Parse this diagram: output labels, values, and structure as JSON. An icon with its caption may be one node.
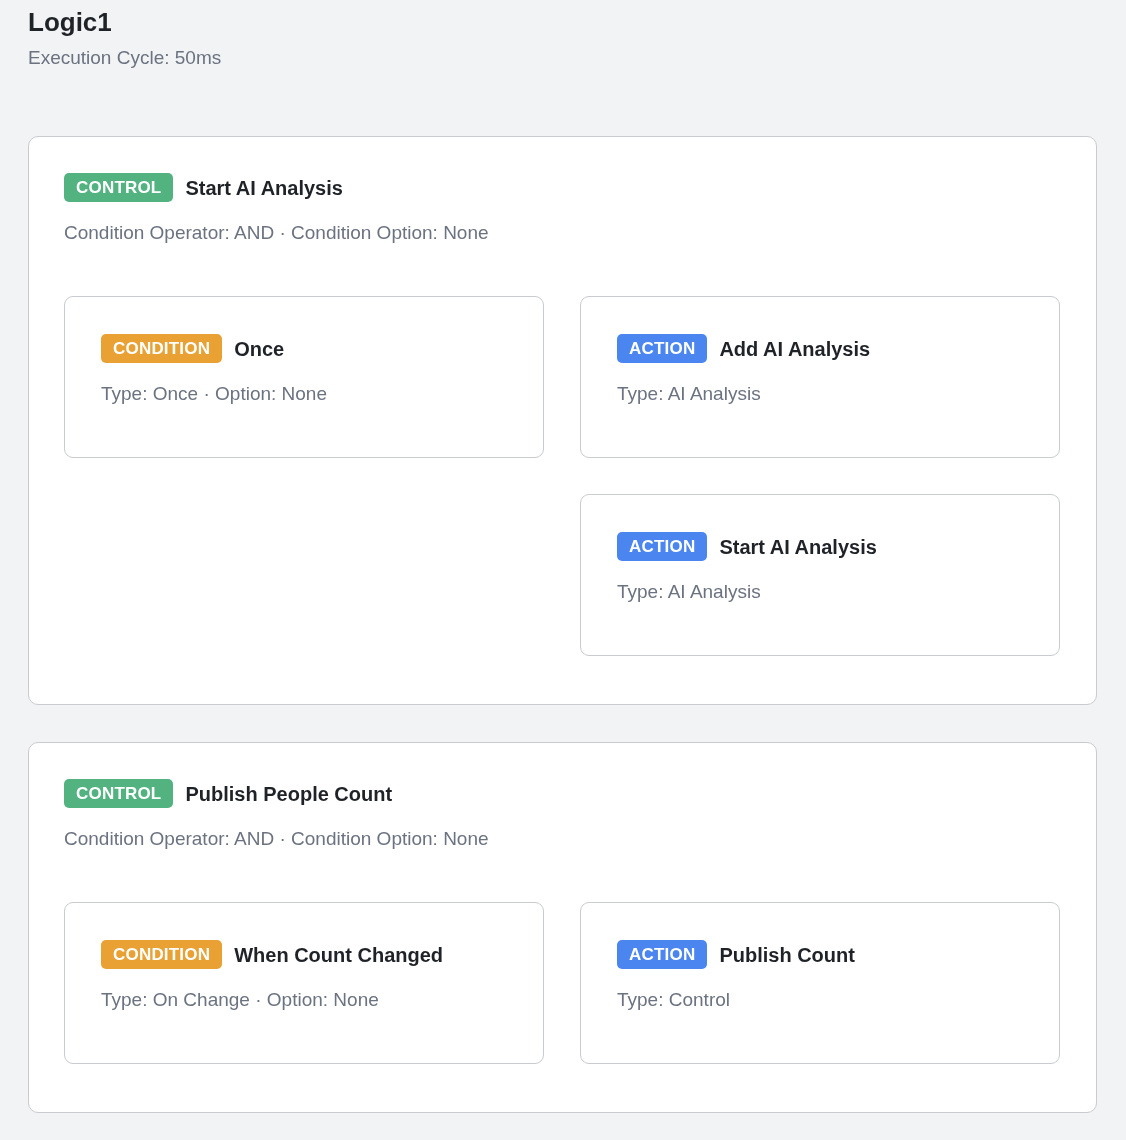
{
  "diagram": {
    "title": "Logic1",
    "nodes": [
      {
        "text": [
          "Start AI Analysis",
          "Condition Operator: AND · Condition Option: None"
        ]
      },
      {
        "text": [
          "CONTROL"
        ],
        "in": 0
      },
      {
        "text": [
          "Once",
          "Type: Once · Option: None"
        ],
        "in": 0
      },
      {
        "text": [
          "CONDITION"
        ],
        "in": 2
      },
      {
        "text": [
          "Add AI Analysis",
          "Type: AI Analysis"
        ],
        "in": 0
      },
      {
        "text": [
          "ACTION"
        ],
        "in": 4
      },
      {
        "text": [
          "Start AI Analysis",
          "Type: AI Analysis"
        ],
        "in": 0
      },
      {
        "text": [
          "ACTION"
        ],
        "in": 6
      },
      {
        "text": [
          "Publish People Count",
          "Condition Operator: AND · Condition Option: None"
        ]
      },
      {
        "text": [
          "CONTROL"
        ],
        "in": 8
      },
      {
        "text": [
          "When Count Changed",
          "Type: On Change · Option: None"
        ],
        "in": 8
      },
      {
        "text": [
          "CONDITION"
        ],
        "in": 10
      },
      {
        "text": [
          "Publish Count",
          "Type: Control"
        ],
        "in": 8
      },
      {
        "text": [
          "ACTION"
        ],
        "in": 12
      }
    ],
    "labels": [
      "Execution Cycle: 50ms"
    ]
  }
}
